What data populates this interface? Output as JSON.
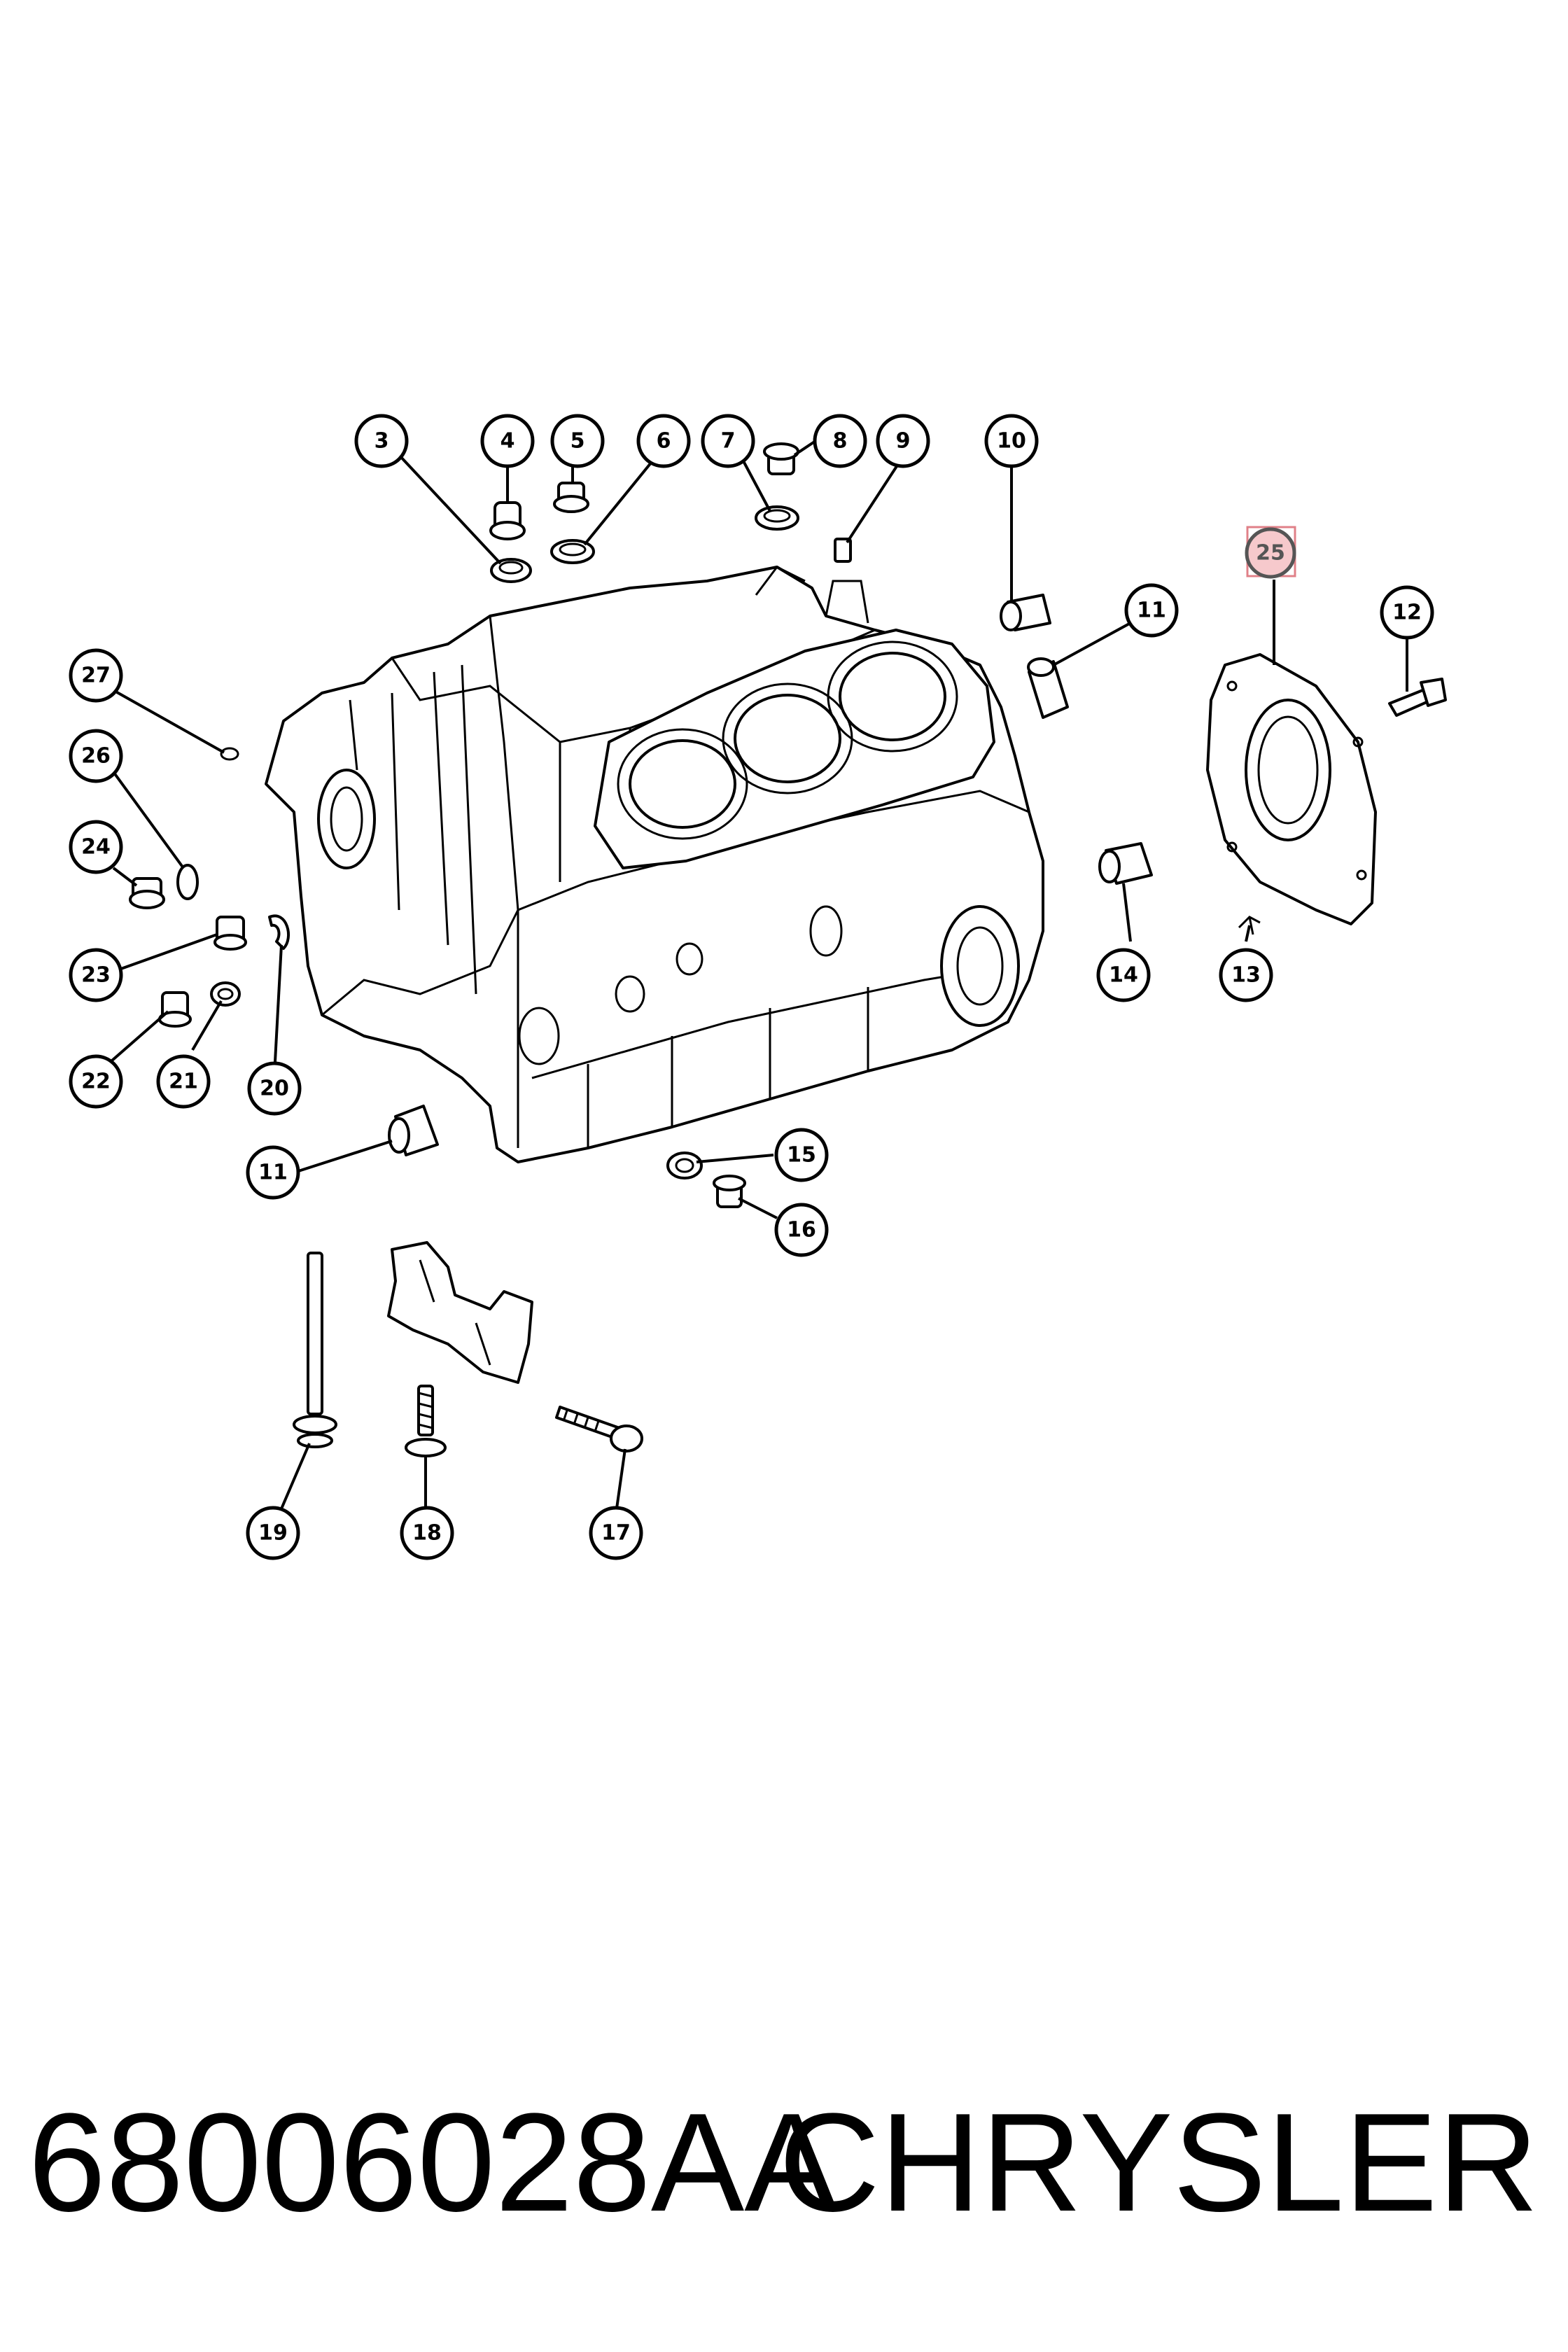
{
  "callouts": [
    {
      "label": "3"
    },
    {
      "label": "4"
    },
    {
      "label": "5"
    },
    {
      "label": "6"
    },
    {
      "label": "7"
    },
    {
      "label": "8"
    },
    {
      "label": "9"
    },
    {
      "label": "10"
    },
    {
      "label": "25"
    },
    {
      "label": "11"
    },
    {
      "label": "12"
    },
    {
      "label": "27"
    },
    {
      "label": "26"
    },
    {
      "label": "24"
    },
    {
      "label": "23"
    },
    {
      "label": "22"
    },
    {
      "label": "21"
    },
    {
      "label": "20"
    },
    {
      "label": "14"
    },
    {
      "label": "13"
    },
    {
      "label": "11"
    },
    {
      "label": "15"
    },
    {
      "label": "16"
    },
    {
      "label": "19"
    },
    {
      "label": "18"
    },
    {
      "label": "17"
    }
  ],
  "highlighted_callout": "25",
  "colors": {
    "highlight_fill": "#f6c9cc",
    "highlight_border": "#e08088",
    "line": "#000000"
  },
  "caption": {
    "part_number": "68006028AA",
    "brand": "CHRYSLER"
  }
}
